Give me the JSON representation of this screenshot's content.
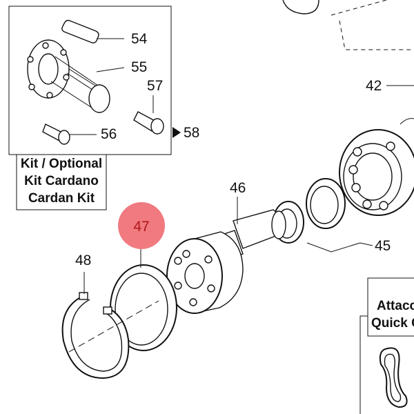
{
  "callouts": {
    "c42": "42",
    "c45": "45",
    "c46": "46",
    "c47": "47",
    "c48": "48",
    "c54": "54",
    "c55": "55",
    "c56": "56",
    "c57": "57",
    "c58": "58"
  },
  "kit_box": {
    "line1": "Kit / Optional",
    "line2": "Kit Cardano",
    "line3": "Cardan Kit"
  },
  "quick_box": {
    "line1": "Attacc",
    "line2": "Quick C"
  },
  "colors": {
    "highlight": "#f07a80",
    "highlight_text": "#b01818",
    "line": "#111111"
  }
}
